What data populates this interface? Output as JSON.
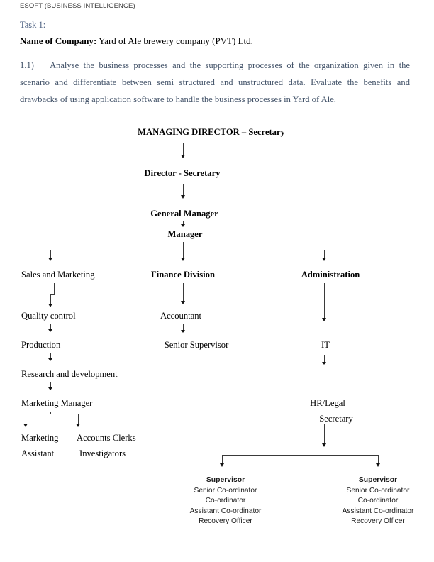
{
  "document": {
    "header": "ESOFT (BUSINESS INTELLIGENCE)",
    "task_label": "Task 1:",
    "company_label": "Name of Company:",
    "company_value": " Yard of Ale brewery company (PVT) Ltd.",
    "question_number": "1.1)",
    "question_text": "Analyse the business processes and the supporting processes of the organization given in the scenario and differentiate between semi structured and unstructured data. Evaluate the benefits and drawbacks of using application software to handle the business processes in Yard of Ale."
  },
  "colors": {
    "heading_blue": "#4b5f80",
    "body_blue": "#44546a",
    "text_black": "#000000",
    "connector": "#3a3a3a"
  },
  "org_chart": {
    "top_chain": [
      {
        "label": "MANAGING DIRECTOR – Secretary",
        "bold": true
      },
      {
        "label": "Director - Secretary",
        "bold": true
      },
      {
        "label": "General Manager",
        "bold": true
      },
      {
        "label": "Manager",
        "bold": true
      }
    ],
    "divisions": [
      {
        "label": "Sales and Marketing",
        "bold": false
      },
      {
        "label": "Finance Division",
        "bold": true
      },
      {
        "label": "Administration",
        "bold": true
      }
    ],
    "sales_branch": [
      "Quality control",
      "Production",
      "Research and development",
      "Marketing Manager"
    ],
    "marketing_children": [
      {
        "line1": "Marketing",
        "line2": "Assistant"
      },
      {
        "line1": "Accounts Clerks",
        "line2": "Investigators"
      }
    ],
    "finance_branch": [
      "Accountant",
      "Senior Supervisor"
    ],
    "admin_branch": [
      "IT",
      "HR/Legal",
      "Secretary"
    ],
    "supervisor_units": [
      {
        "title": "Supervisor",
        "roles": [
          "Senior Co-ordinator",
          "Co-ordinator",
          "Assistant Co-ordinator",
          "Recovery Officer"
        ]
      },
      {
        "title": "Supervisor",
        "roles": [
          "Senior Co-ordinator",
          "Co-ordinator",
          "Assistant Co-ordinator",
          "Recovery Officer"
        ]
      }
    ]
  }
}
